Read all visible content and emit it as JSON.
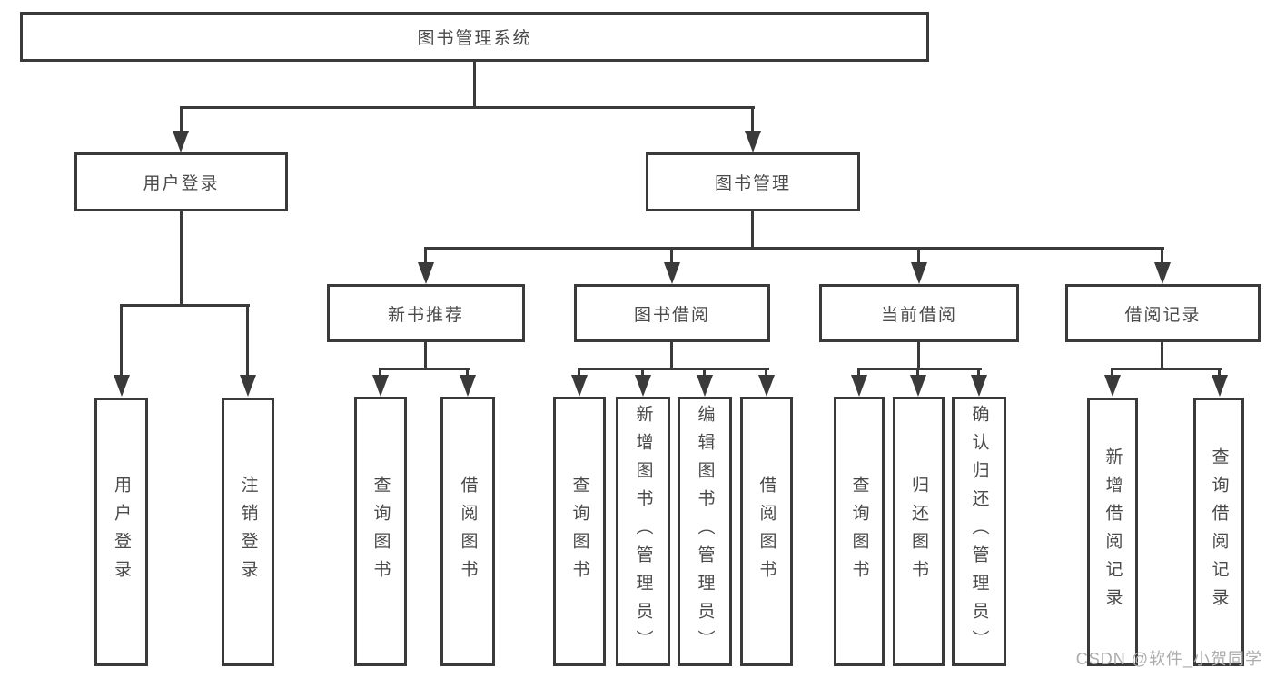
{
  "diagram": {
    "root": {
      "label": "图书管理系统",
      "children": [
        {
          "label": "用户登录",
          "children": [
            {
              "label": "用户登录"
            },
            {
              "label": "注销登录"
            }
          ]
        },
        {
          "label": "图书管理",
          "children": [
            {
              "label": "新书推荐",
              "children": [
                {
                  "label": "查询图书"
                },
                {
                  "label": "借阅图书"
                }
              ]
            },
            {
              "label": "图书借阅",
              "children": [
                {
                  "label": "查询图书"
                },
                {
                  "label": "新增图书（管理员）"
                },
                {
                  "label": "编辑图书（管理员）"
                },
                {
                  "label": "借阅图书"
                }
              ]
            },
            {
              "label": "当前借阅",
              "children": [
                {
                  "label": "查询图书"
                },
                {
                  "label": "归还图书"
                },
                {
                  "label": "确认归还（管理员）"
                }
              ]
            },
            {
              "label": "借阅记录",
              "children": [
                {
                  "label": "新增借阅记录"
                },
                {
                  "label": "查询借阅记录"
                }
              ]
            }
          ]
        }
      ]
    }
  },
  "watermark": {
    "text": "CSDN @软件_小贺同学"
  },
  "colors": {
    "line": "#3a3a3a",
    "text": "#4a4a4a",
    "background": "#ffffff",
    "watermark": "#acacac"
  }
}
